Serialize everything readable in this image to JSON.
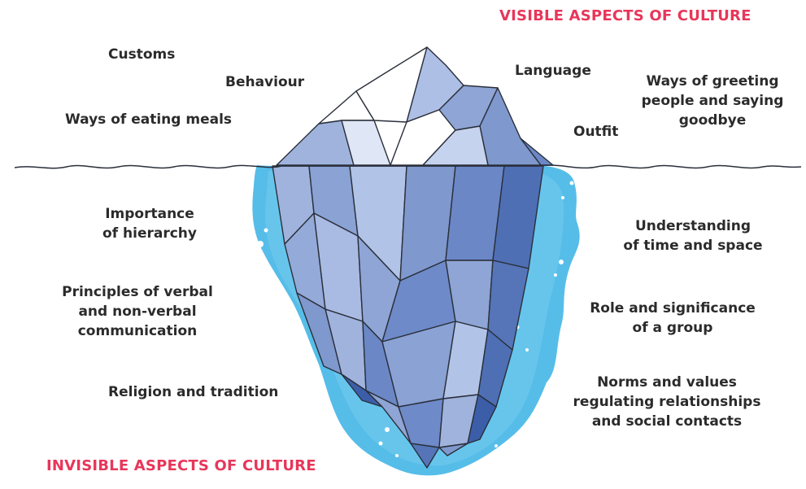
{
  "colors": {
    "accent_heading": "#e8365a",
    "water": "#56bde9",
    "ice_light": "#b8c8ea",
    "ice_mid": "#8fa6d6",
    "ice_dark": "#5d79bf",
    "ice_deep": "#3c5ea8",
    "outline": "#2a2f3a"
  },
  "headings": {
    "visible": "VISIBLE ASPECTS OF CULTURE",
    "invisible": "INVISIBLE ASPECTS OF CULTURE"
  },
  "visible_labels": {
    "customs": "Customs",
    "behaviour": "Behaviour",
    "eating": "Ways of eating meals",
    "language": "Language",
    "outfit": "Outfit",
    "greeting": [
      "Ways of greeting",
      "people and saying",
      "goodbye"
    ]
  },
  "invisible_labels": {
    "hierarchy": [
      "Importance",
      "of hierarchy"
    ],
    "communication": [
      "Principles of verbal",
      "and non-verbal",
      "communication"
    ],
    "religion": "Religion and tradition",
    "time_space": [
      "Understanding",
      "of time and space"
    ],
    "group": [
      "Role and significance",
      "of a group"
    ],
    "norms": [
      "Norms and values",
      "regulating relationships",
      "and social contacts"
    ]
  },
  "icons": [
    "iceberg-illustration",
    "waterline",
    "water-body",
    "bubble"
  ]
}
